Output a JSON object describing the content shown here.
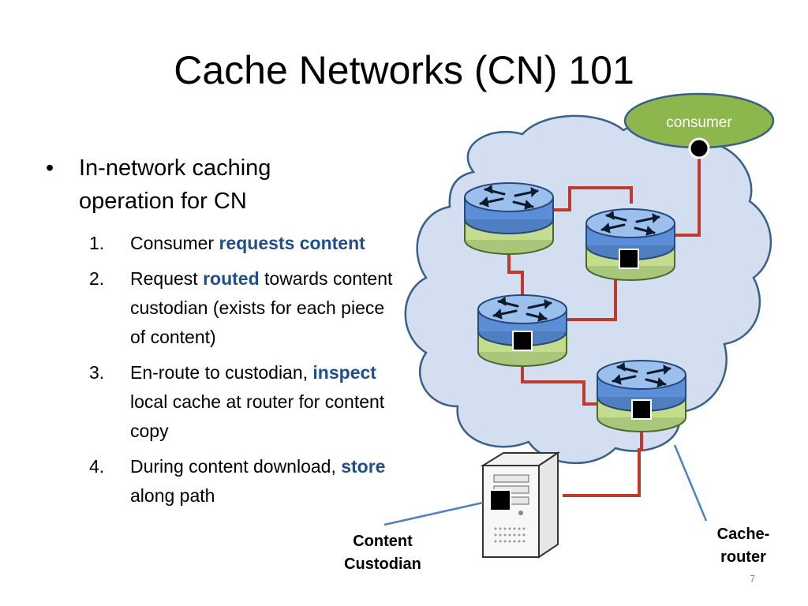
{
  "slide": {
    "title": "Cache Networks (CN) 101",
    "page_number": "7"
  },
  "bullet": {
    "marker": "•",
    "text": "In-network caching operation for CN"
  },
  "steps": [
    {
      "num": "1.",
      "pre": "Consumer ",
      "hl": "requests content",
      "post": ""
    },
    {
      "num": "2.",
      "pre": "Request ",
      "hl": "routed",
      "post": " towards content custodian (exists for each piece of content)"
    },
    {
      "num": "3.",
      "pre": "En-route to custodian, ",
      "hl": "inspect",
      "post": " local cache at router for content copy"
    },
    {
      "num": "4.",
      "pre": "During content download, ",
      "hl": "store",
      "post": " along path"
    }
  ],
  "diagram": {
    "consumer_label": "consumer",
    "custodian_label_1": "Content",
    "custodian_label_2": "Custodian",
    "cache_router_label_1": "Cache-",
    "cache_router_label_2": "router",
    "colors": {
      "cloud_fill": "#d3dff0",
      "cloud_stroke": "#3a5f8a",
      "link": "#c0392b",
      "router_top": "#5b8ed6",
      "router_base": "#c3dc8e",
      "consumer_fill": "#8db64d",
      "pointer": "#4f81bd",
      "highlight": "#1f4e8c"
    }
  }
}
